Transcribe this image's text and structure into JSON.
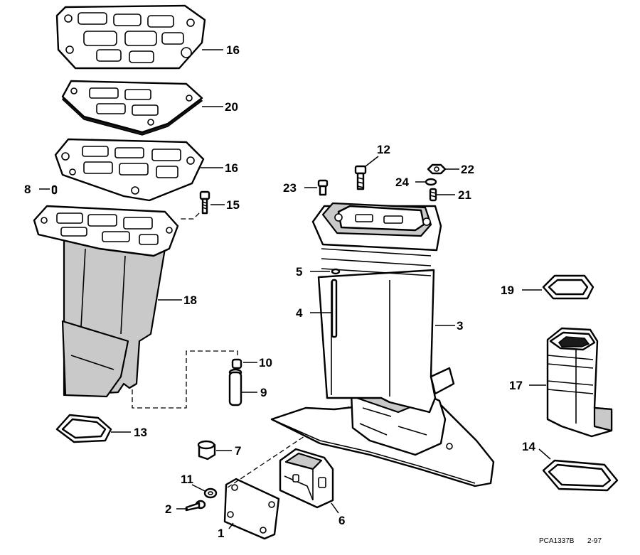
{
  "labels": {
    "l1": "1",
    "l2": "2",
    "l3": "3",
    "l4": "4",
    "l5": "5",
    "l6": "6",
    "l7": "7",
    "l8": "8",
    "l9": "9",
    "l10": "10",
    "l11": "11",
    "l12": "12",
    "l13": "13",
    "l14": "14",
    "l15": "15",
    "l16a": "16",
    "l16b": "16",
    "l17": "17",
    "l18": "18",
    "l19": "19",
    "l20": "20",
    "l21": "21",
    "l22": "22",
    "l23": "23",
    "l24": "24"
  },
  "footer": {
    "code": "PCA1337B",
    "date": "2-97"
  }
}
